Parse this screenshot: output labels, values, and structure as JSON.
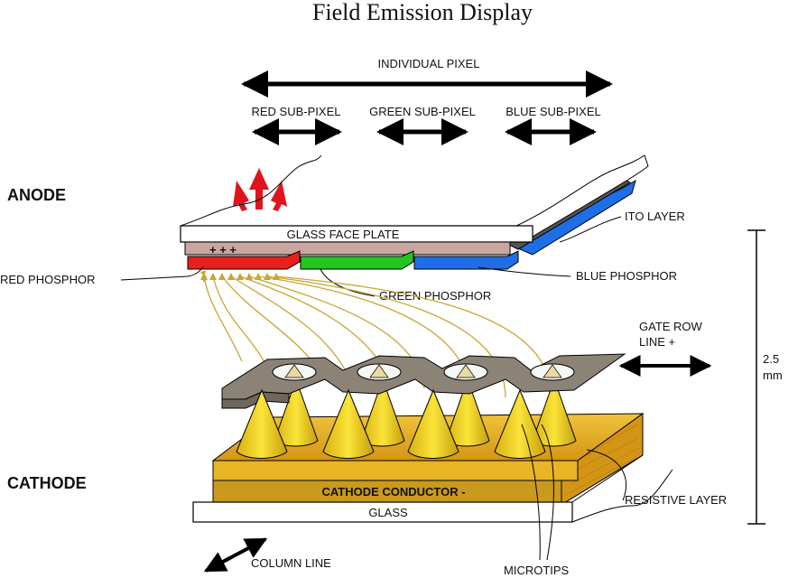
{
  "title": "Field Emission Display",
  "labels": {
    "individual_pixel": "INDIVIDUAL PIXEL",
    "red_subpixel": "RED SUB-PIXEL",
    "green_subpixel": "GREEN SUB-PIXEL",
    "blue_subpixel": "BLUE SUB-PIXEL",
    "anode": "ANODE",
    "cathode": "CATHODE",
    "glass_face_plate": "GLASS FACE PLATE",
    "ito_layer": "ITO LAYER",
    "red_phosphor": "RED PHOSPHOR",
    "green_phosphor": "GREEN PHOSPHOR",
    "blue_phosphor": "BLUE PHOSPHOR",
    "gate_row_line_1": "GATE ROW",
    "gate_row_line_2": "LINE +",
    "height_value": "2.5",
    "height_unit": "mm",
    "cathode_conductor": "CATHODE CONDUCTOR -",
    "glass": "GLASS",
    "resistive_layer": "RESISTIVE LAYER",
    "column_line": "COLUMN LINE",
    "microtips": "MICROTIPS",
    "plus_signs": "+ + +"
  },
  "colors": {
    "red_phosphor": "#e8201c",
    "green_phosphor": "#22c61e",
    "blue_phosphor": "#1f6ee6",
    "ito_layer": "#c9a7a0",
    "gate_metal": "#8c8377",
    "microtip": "#f2d21b",
    "resistive_layer": "#e9b118",
    "cathode_conductor": "#d8a21a",
    "electron_path": "#c9a531",
    "emitted_light": "#e0141a"
  }
}
